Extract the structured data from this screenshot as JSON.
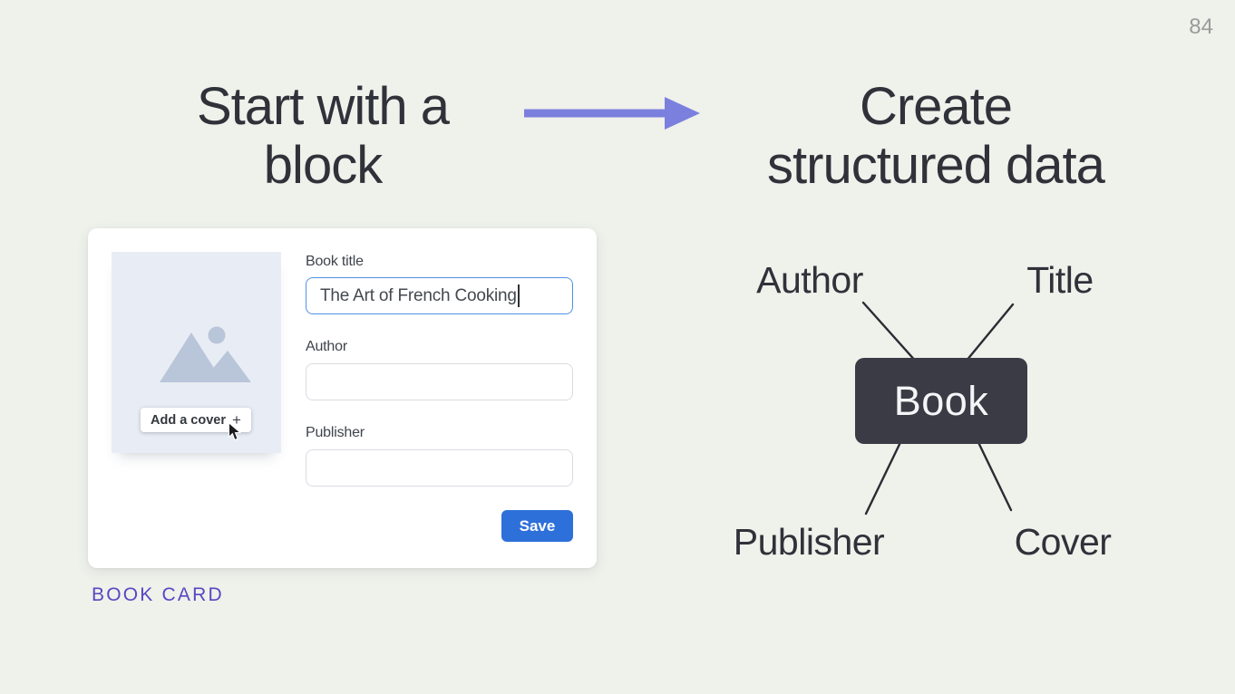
{
  "page": {
    "number": "84"
  },
  "headings": {
    "left_line1": "Start with a",
    "left_line2": "block",
    "right_line1": "Create",
    "right_line2": "structured data"
  },
  "card": {
    "caption": "BOOK CARD",
    "cover_button_label": "Add a cover",
    "cover_button_plus": "+",
    "fields": [
      {
        "label": "Book title",
        "value": "The Art of French Cooking"
      },
      {
        "label": "Author",
        "value": ""
      },
      {
        "label": "Publisher",
        "value": ""
      }
    ],
    "save_label": "Save"
  },
  "diagram": {
    "center_label": "Book",
    "node_top_left": "Author",
    "node_top_right": "Title",
    "node_bottom_left": "Publisher",
    "node_bottom_right": "Cover"
  },
  "icons": {
    "arrow": "right-arrow",
    "cover_placeholder": "image-icon",
    "pointer": "mouse-cursor-icon"
  },
  "colors": {
    "background": "#eff1eb",
    "heading_text": "#30323a",
    "arrow_purple": "#7b80de",
    "caption_purple": "#5747c2",
    "save_blue": "#2e70d9",
    "focused_input_border": "#4f92e3",
    "book_node_bg": "#3a3b45",
    "cover_placeholder_bg": "#e8edf5",
    "image_icon_gray": "#b9c5d8",
    "page_number_gray": "#9b9b9b"
  }
}
